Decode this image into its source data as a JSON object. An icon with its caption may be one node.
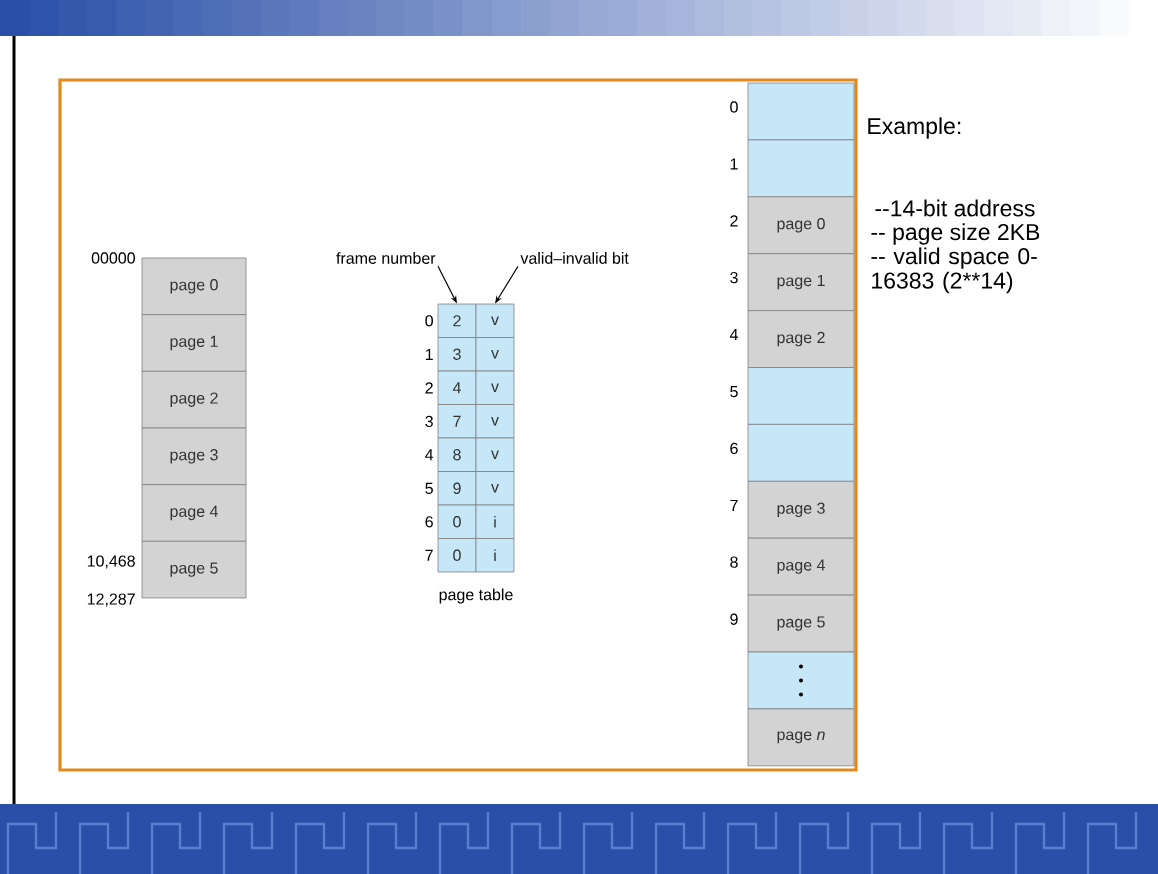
{
  "diagram": {
    "nodes": [
      {
        "text": [
          "page 0"
        ]
      },
      {
        "text": [
          "page 1"
        ]
      },
      {
        "text": [
          "page 2"
        ]
      },
      {
        "text": [
          "page 3"
        ]
      },
      {
        "text": [
          "page 4"
        ]
      },
      {
        "text": [
          "page 5"
        ]
      },
      {
        "text": [
          "frame number"
        ]
      },
      {
        "text": [
          "valid–invalid bit"
        ]
      },
      {
        "text": [
          "2"
        ]
      },
      {
        "text": [
          "v"
        ]
      },
      {
        "text": [
          "3"
        ]
      },
      {
        "text": [
          "v"
        ]
      },
      {
        "text": [
          "4"
        ]
      },
      {
        "text": [
          "v"
        ]
      },
      {
        "text": [
          "7"
        ]
      },
      {
        "text": [
          "v"
        ]
      },
      {
        "text": [
          "8"
        ]
      },
      {
        "text": [
          "v"
        ]
      },
      {
        "text": [
          "9"
        ]
      },
      {
        "text": [
          "v"
        ]
      },
      {
        "text": [
          "0"
        ]
      },
      {
        "text": [
          "i"
        ]
      },
      {
        "text": [
          "0"
        ]
      },
      {
        "text": [
          "i"
        ]
      },
      {
        "text": [],
        "shape": "box"
      },
      {
        "text": [],
        "shape": "box"
      },
      {
        "text": [
          "page 0"
        ]
      },
      {
        "text": [
          "page 1"
        ]
      },
      {
        "text": [
          "page 2"
        ]
      },
      {
        "text": [],
        "shape": "box"
      },
      {
        "text": [],
        "shape": "box"
      },
      {
        "text": [
          "page 3"
        ]
      },
      {
        "text": [
          "page 4"
        ]
      },
      {
        "text": [
          "page 5"
        ]
      },
      {
        "text": [],
        "shape": "box"
      },
      {
        "text": [
          "page *n*"
        ]
      }
    ],
    "edges": [
      {
        "from": 6,
        "to": 8,
        "arrow": "to"
      },
      {
        "from": 7,
        "to": 9,
        "arrow": "to"
      }
    ],
    "labels": [
      "00000",
      "10,468",
      "12,287",
      "0",
      "1",
      "2",
      "3",
      "4",
      "5",
      "6",
      "7",
      "page table",
      "0",
      "1",
      "2",
      "3",
      "4",
      "5",
      "6",
      "7",
      "8",
      "9",
      "Example:",
      "--14-bit address",
      "-- page size 2KB",
      "-- valid space 0-16383 (2**14)"
    ]
  }
}
